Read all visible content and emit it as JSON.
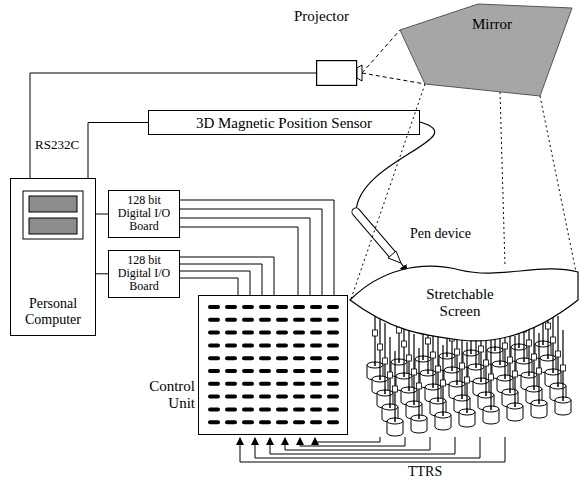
{
  "diagram": {
    "nodes": [
      {
        "text": [
          "Projector"
        ]
      },
      {
        "text": [
          "Mirror"
        ]
      },
      {
        "text": [
          "3D Magnetic Position Sensor"
        ]
      },
      {
        "text": [
          "Personal Computer"
        ]
      },
      {
        "text": [
          "128 bit Digital I/O Board"
        ]
      },
      {
        "text": [
          "128 bit Digital I/O Board"
        ]
      },
      {
        "text": [
          "Control Unit"
        ]
      },
      {
        "text": [
          "Stretchable Screen"
        ]
      }
    ],
    "edges": [
      {
        "from": 3,
        "to": 0,
        "arrow": "none"
      },
      {
        "from": 3,
        "to": 2,
        "label": "RS232C",
        "arrow": "none"
      },
      {
        "from": 3,
        "to": 4,
        "arrow": "none"
      },
      {
        "from": 3,
        "to": 5,
        "arrow": "none"
      },
      {
        "from": 4,
        "to": 6,
        "arrow": "none"
      },
      {
        "from": 5,
        "to": 6,
        "arrow": "none"
      },
      {
        "from": 0,
        "to": 1,
        "arrow": "none"
      },
      {
        "from": 1,
        "to": 7,
        "arrow": "none"
      }
    ],
    "labels": [
      "Pen device",
      "TTRS"
    ]
  }
}
